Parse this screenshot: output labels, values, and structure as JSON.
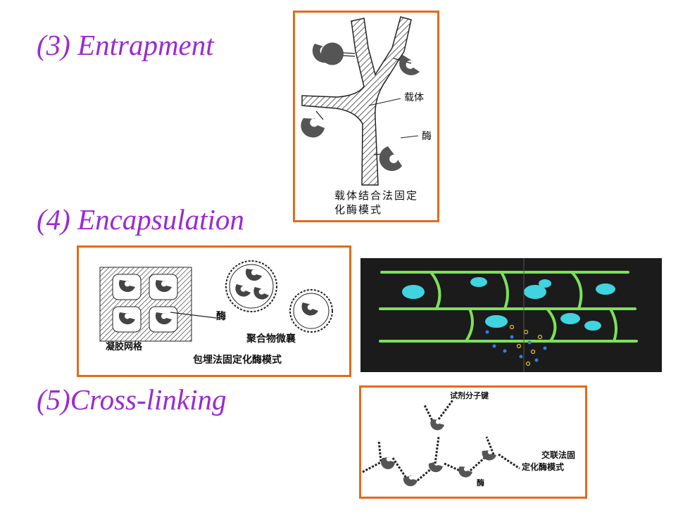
{
  "headings": {
    "entrapment": "(3) Entrapment",
    "encapsulation": "(4) Encapsulation",
    "cross_linking": "(5)Cross-linking"
  },
  "colors": {
    "heading": "#9a2ad3",
    "panel_border": "#e26b1a",
    "enzyme": "#555555",
    "photo_line": "#7de05a",
    "photo_cell": "#3fd4e0"
  },
  "panel_carrier": {
    "label_carrier": "载体",
    "label_enzyme": "酶",
    "caption_line1": "载体结合法固定",
    "caption_line2": "化酶模式"
  },
  "panel_encapsulation": {
    "label_enzyme": "酶",
    "label_gel": "凝胶网格",
    "label_microcapsule": "聚合物微襄",
    "caption": "包埋法固定化酶模式"
  },
  "panel_crosslink": {
    "label_reagent": "试剂分子键",
    "label_enzyme": "酶",
    "caption_line1": "交联法固",
    "caption_line2": "定化酶模式"
  }
}
